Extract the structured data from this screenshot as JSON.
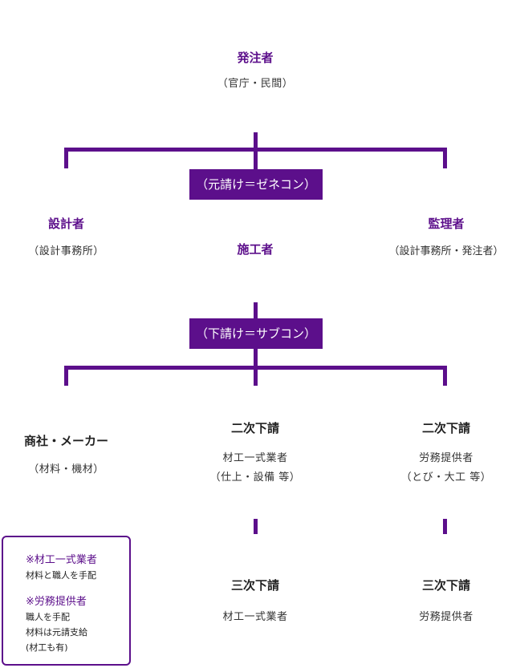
{
  "client": {
    "title": "発注者",
    "sub": "（官庁・民間）"
  },
  "designer": {
    "title": "設計者",
    "sub": "（設計事務所）"
  },
  "contractor": {
    "box": "（元請け＝ゼネコン）",
    "title": "施工者"
  },
  "supervisor": {
    "title": "監理者",
    "sub": "（設計事務所・発注者）"
  },
  "subcontract": {
    "box": "（下請け＝サブコン）"
  },
  "maker": {
    "title": "商社・メーカー",
    "sub": "（材料・機材）"
  },
  "second_tier_left": {
    "title": "二次下請",
    "line1": "材工一式業者",
    "line2": "（仕上・設備 等）"
  },
  "second_tier_right": {
    "title": "二次下請",
    "line1": "労務提供者",
    "line2": "（とび・大工 等）"
  },
  "third_tier_left": {
    "title": "三次下請",
    "sub": "材工一式業者"
  },
  "third_tier_right": {
    "title": "三次下請",
    "sub": "労務提供者"
  },
  "note": {
    "head1": "※材工一式業者",
    "line1": "材料と職人を手配",
    "head2": "※労務提供者",
    "line2": "職人を手配",
    "line3": "材料は元請支給",
    "line4": "(材工も有)"
  },
  "colors": {
    "accent": "#5c0f8b",
    "text": "#333333",
    "background": "#ffffff"
  }
}
